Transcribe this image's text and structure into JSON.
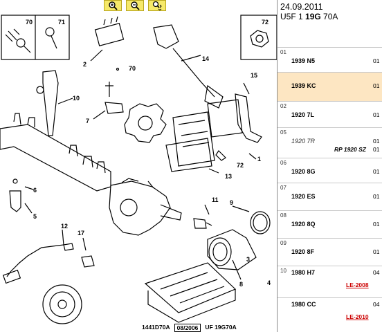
{
  "toolbar": {
    "buttons": [
      {
        "name": "zoom-in-icon"
      },
      {
        "name": "zoom-out-icon"
      },
      {
        "name": "zoom-fit-icon"
      }
    ]
  },
  "callouts": [
    "70",
    "71",
    "2",
    "14",
    "72",
    "70",
    "10",
    "7",
    "15",
    "13",
    "72",
    "1",
    "6",
    "5",
    "11",
    "9",
    "12",
    "17",
    "3",
    "8",
    "4"
  ],
  "footer": {
    "ref": "1441D70A",
    "date": "08/2006",
    "code": "UF 19G70A"
  },
  "header": {
    "date": "24.09.2011",
    "model_prefix": "U5F  1 ",
    "model_bold": "19G",
    "model_suffix": " 70A"
  },
  "rows": [
    {
      "num": "01",
      "code": "1939 N5",
      "qty": "01"
    },
    {
      "num": "",
      "code": "1939 KC",
      "qty": "01"
    },
    {
      "num": "02",
      "code": "1920 7L",
      "qty": "01"
    },
    {
      "num": "05",
      "code": "1920 7R",
      "rp": "RP 1920 SZ",
      "qty": "01"
    },
    {
      "num": "06",
      "code": "1920 8G",
      "qty": "01"
    },
    {
      "num": "07",
      "code": "1920 ES",
      "qty": "01"
    },
    {
      "num": "08",
      "code": "1920 8Q",
      "qty": "01"
    },
    {
      "num": "09",
      "code": "1920 8F",
      "qty": "01"
    },
    {
      "num": "10",
      "code": "1980 H7",
      "le": "LE-2008",
      "qty": "04"
    },
    {
      "num": "",
      "code": "1980 CC",
      "le": "LE-2010",
      "qty": "04"
    }
  ]
}
